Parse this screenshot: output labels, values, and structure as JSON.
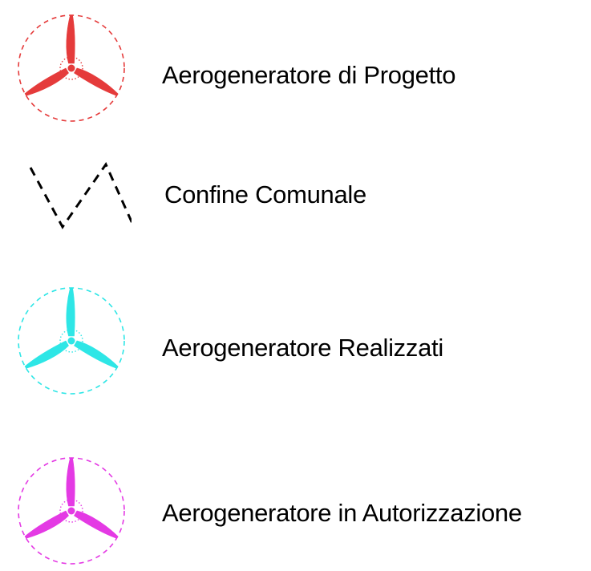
{
  "legend": {
    "items": [
      {
        "label": "Aerogeneratore di Progetto",
        "symbol": "wind-turbine-icon",
        "color": "#e53b3b"
      },
      {
        "label": "Confine Comunale",
        "symbol": "dashed-boundary-line-icon",
        "color": "#000000"
      },
      {
        "label": "Aerogeneratore Realizzati",
        "symbol": "wind-turbine-icon",
        "color": "#2ee6e6"
      },
      {
        "label": "Aerogeneratore in Autorizzazione",
        "symbol": "wind-turbine-icon",
        "color": "#e43ae4"
      }
    ]
  }
}
